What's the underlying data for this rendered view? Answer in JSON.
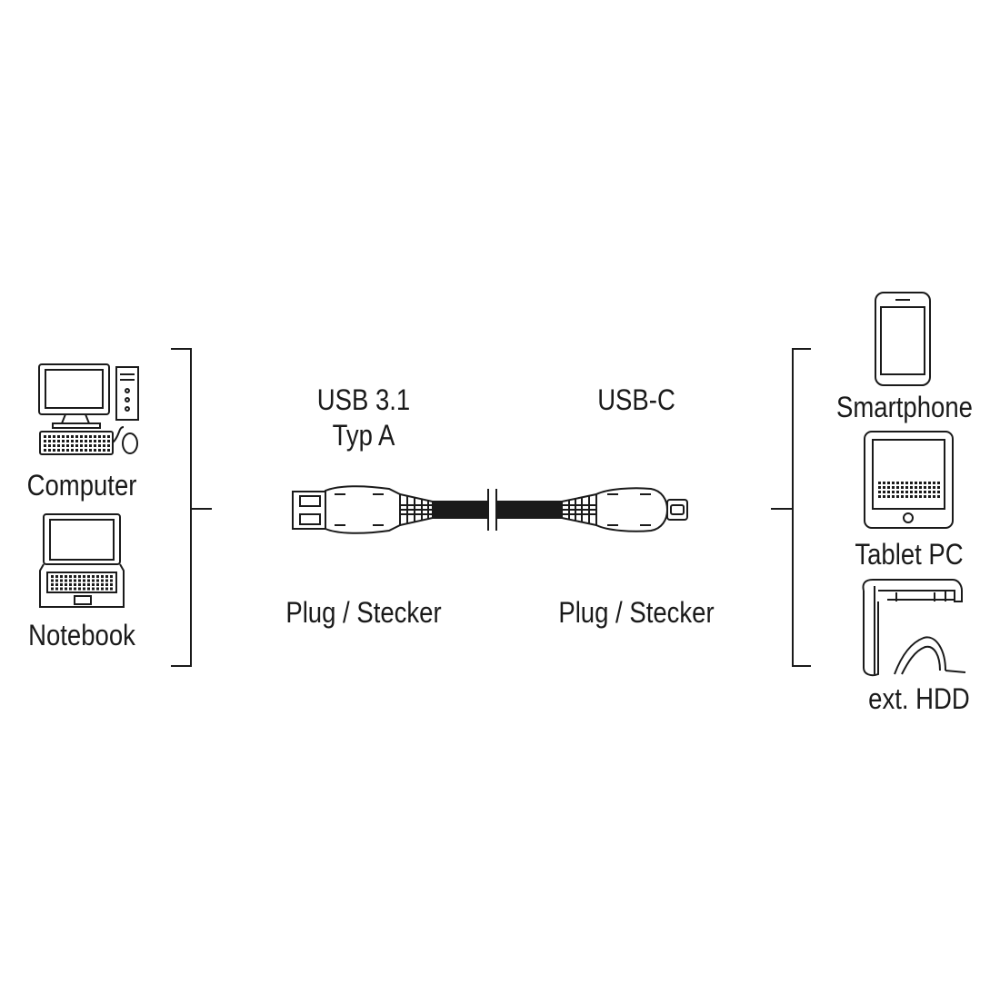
{
  "left_devices": [
    {
      "label": "Computer",
      "icon": "desktop-computer-icon"
    },
    {
      "label": "Notebook",
      "icon": "notebook-icon"
    }
  ],
  "right_devices": [
    {
      "label": "Smartphone",
      "icon": "smartphone-icon"
    },
    {
      "label": "Tablet PC",
      "icon": "tablet-icon"
    },
    {
      "label": "ext. HDD",
      "icon": "external-hdd-icon"
    }
  ],
  "cable": {
    "connector_a": {
      "title_line1": "USB 3.1",
      "title_line2": "Typ A",
      "type_label": "Plug / Stecker"
    },
    "connector_b": {
      "title_line1": "USB-C",
      "type_label": "Plug / Stecker"
    }
  },
  "colors": {
    "stroke": "#1a1a1a",
    "background": "#ffffff"
  }
}
